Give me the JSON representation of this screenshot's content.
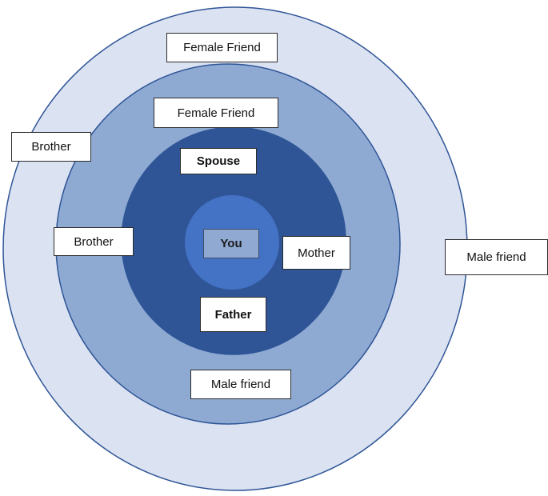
{
  "colors": {
    "outer_ring": "#dbe2f1",
    "middle_ring": "#8eaad2",
    "inner_ring": "#2f5597",
    "center": "#4472c4",
    "ring_border": "#2f5597"
  },
  "center": {
    "label": "You"
  },
  "inner_ring": {
    "top": "Spouse",
    "bottom": "Father",
    "right": "Mother"
  },
  "middle_ring": {
    "top": "Female Friend",
    "left": "Brother",
    "bottom": "Male friend"
  },
  "outer_ring": {
    "top": "Female Friend",
    "left": "Brother",
    "right": "Male friend"
  }
}
